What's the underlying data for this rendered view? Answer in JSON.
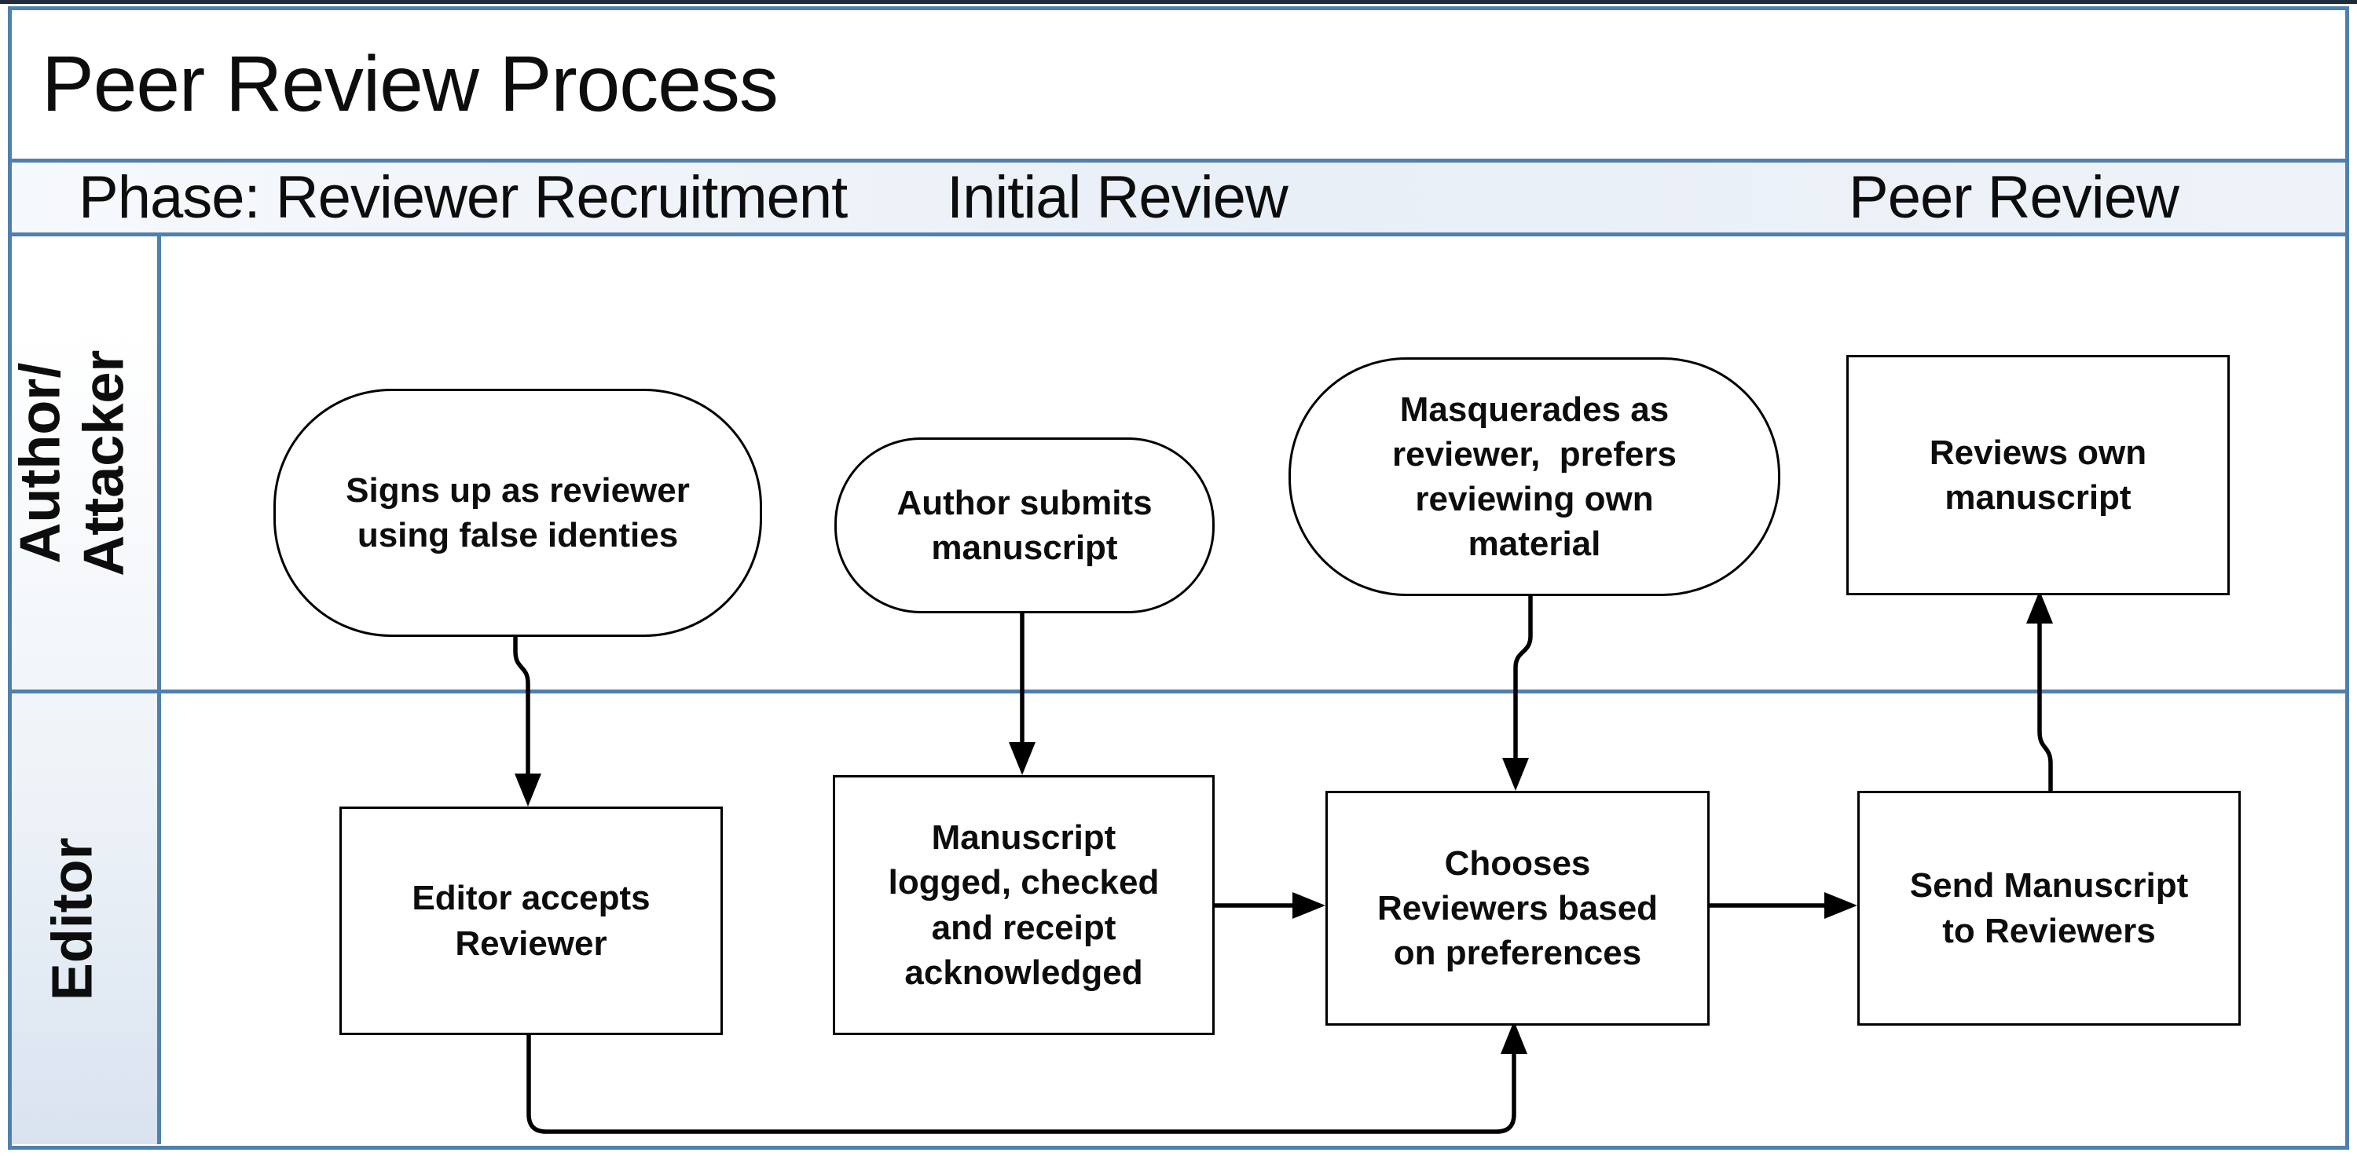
{
  "title": "Peer Review Process",
  "phase_row": {
    "recruitment": "Phase: Reviewer Recruitment",
    "initial_review": "Initial Review",
    "peer_review": "Peer Review"
  },
  "lanes": {
    "author_attacker": "Author/\nAttacker",
    "editor": "Editor"
  },
  "nodes": {
    "signs_up": "Signs up as reviewer\nusing false identies",
    "author_submits": "Author submits\nmanuscript",
    "masquerades": "Masquerades as\nreviewer,  prefers\nreviewing own\nmaterial",
    "reviews_own": "Reviews own\nmanuscript",
    "editor_accepts": "Editor accepts\nReviewer",
    "manuscript_logged": "Manuscript\nlogged, checked\nand receipt\nacknowledged",
    "chooses_reviewers": "Chooses\nReviewers based\non preferences",
    "send_manuscript": "Send Manuscript\nto Reviewers"
  },
  "connectors": [
    {
      "from": "signs_up",
      "to": "editor_accepts"
    },
    {
      "from": "author_submits",
      "to": "manuscript_logged"
    },
    {
      "from": "masquerades",
      "to": "chooses_reviewers"
    },
    {
      "from": "send_manuscript",
      "to": "reviews_own"
    },
    {
      "from": "manuscript_logged",
      "to": "chooses_reviewers"
    },
    {
      "from": "chooses_reviewers",
      "to": "send_manuscript"
    },
    {
      "from": "editor_accepts",
      "to": "chooses_reviewers"
    }
  ],
  "colors": {
    "grid_blue": "#5080ac",
    "shape_border": "#000000",
    "text": "#0d0d0d",
    "phase_band_fill": "#e9eff7",
    "label_column_fill": "#d9e3ef"
  }
}
